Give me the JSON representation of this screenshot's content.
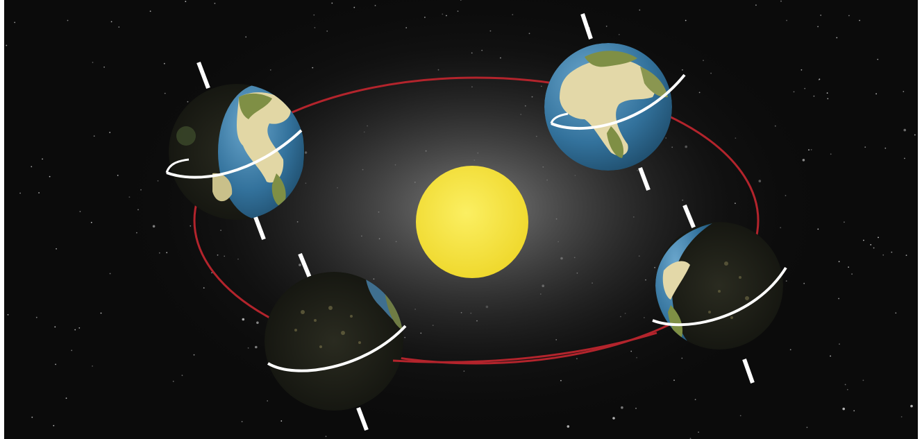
{
  "colors": {
    "space": "#0b0b0b",
    "glow": "#7a7a7a",
    "orbit": "#b3242c",
    "sun": "#f5e23c",
    "sun_edge": "#e7cf2a",
    "ocean": "#2f6f9a",
    "ocean_light": "#5b9ac4",
    "land": "#7f8f45",
    "desert": "#e3d8a8",
    "night": "#1b1d15",
    "night_lights": "#6f6a45",
    "axis": "#ffffff",
    "equator": "#ffffff",
    "star": "#d8d8d8"
  },
  "sun": {
    "label": "Sun"
  },
  "orbit": {
    "label": "Earth orbit"
  },
  "earths": [
    {
      "id": "left",
      "lit_side": "right"
    },
    {
      "id": "top-right",
      "lit_side": "full"
    },
    {
      "id": "bottom",
      "lit_side": "left-edge"
    },
    {
      "id": "right",
      "lit_side": "left"
    }
  ]
}
